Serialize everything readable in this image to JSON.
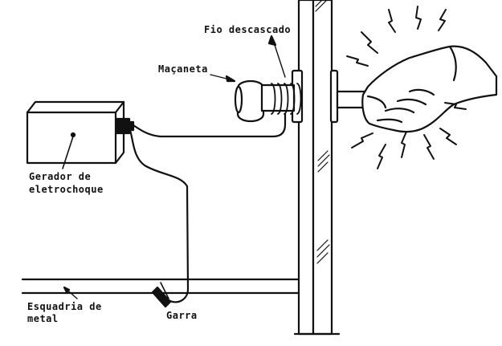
{
  "labels": {
    "fio_descascado": "Fio descascado",
    "macaneta": "Maçaneta",
    "gerador_line1": "Gerador de",
    "gerador_line2": "eletrochoque",
    "esquadria_line1": "Esquadria de",
    "esquadria_line2": "metal",
    "garra": "Garra"
  },
  "colors": {
    "ink": "#111111",
    "paper": "#ffffff"
  }
}
